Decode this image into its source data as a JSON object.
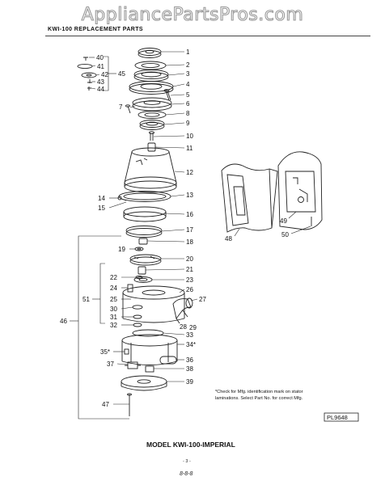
{
  "watermark": "AppliancePartsPros.com",
  "header": "KWI-100 REPLACEMENT PARTS",
  "callouts": [
    "1",
    "2",
    "3",
    "4",
    "5",
    "6",
    "7",
    "8",
    "9",
    "10",
    "11",
    "12",
    "13",
    "14",
    "15",
    "16",
    "17",
    "18",
    "19",
    "20",
    "21",
    "22",
    "23",
    "24",
    "25",
    "26",
    "27",
    "28",
    "29",
    "30",
    "31",
    "32",
    "33",
    "34*",
    "35*",
    "36",
    "37",
    "38",
    "39",
    "40",
    "41",
    "42",
    "43",
    "44",
    "45",
    "46",
    "47",
    "48",
    "49",
    "50",
    "51"
  ],
  "footnote": [
    "*Check for Mfg. identification mark on stator",
    "laminations. Select Part No. for correct Mfg."
  ],
  "plate_code": "PL9648",
  "model": "MODEL KWI-100-IMPERIAL",
  "page_number": "- 3 -",
  "page_ref": "8-8-8"
}
